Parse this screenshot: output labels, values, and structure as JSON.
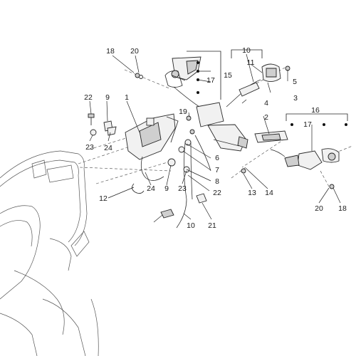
{
  "callouts": {
    "c1": "1",
    "c2": "2",
    "c3": "3",
    "c4": "4",
    "c5": "5",
    "c6": "6",
    "c7": "7",
    "c8": "8",
    "c9a": "9",
    "c9b": "9",
    "c10a": "10",
    "c10b": "10",
    "c11": "11",
    "c12": "12",
    "c13": "13",
    "c14": "14",
    "c15": "15",
    "c16": "16",
    "c17a": "17",
    "c17b": "17",
    "c18a": "18",
    "c18b": "18",
    "c19": "19",
    "c20a": "20",
    "c20b": "20",
    "c21": "21",
    "c22a": "22",
    "c22b": "22",
    "c23a": "23",
    "c23b": "23",
    "c24a": "24",
    "c24b": "24"
  }
}
